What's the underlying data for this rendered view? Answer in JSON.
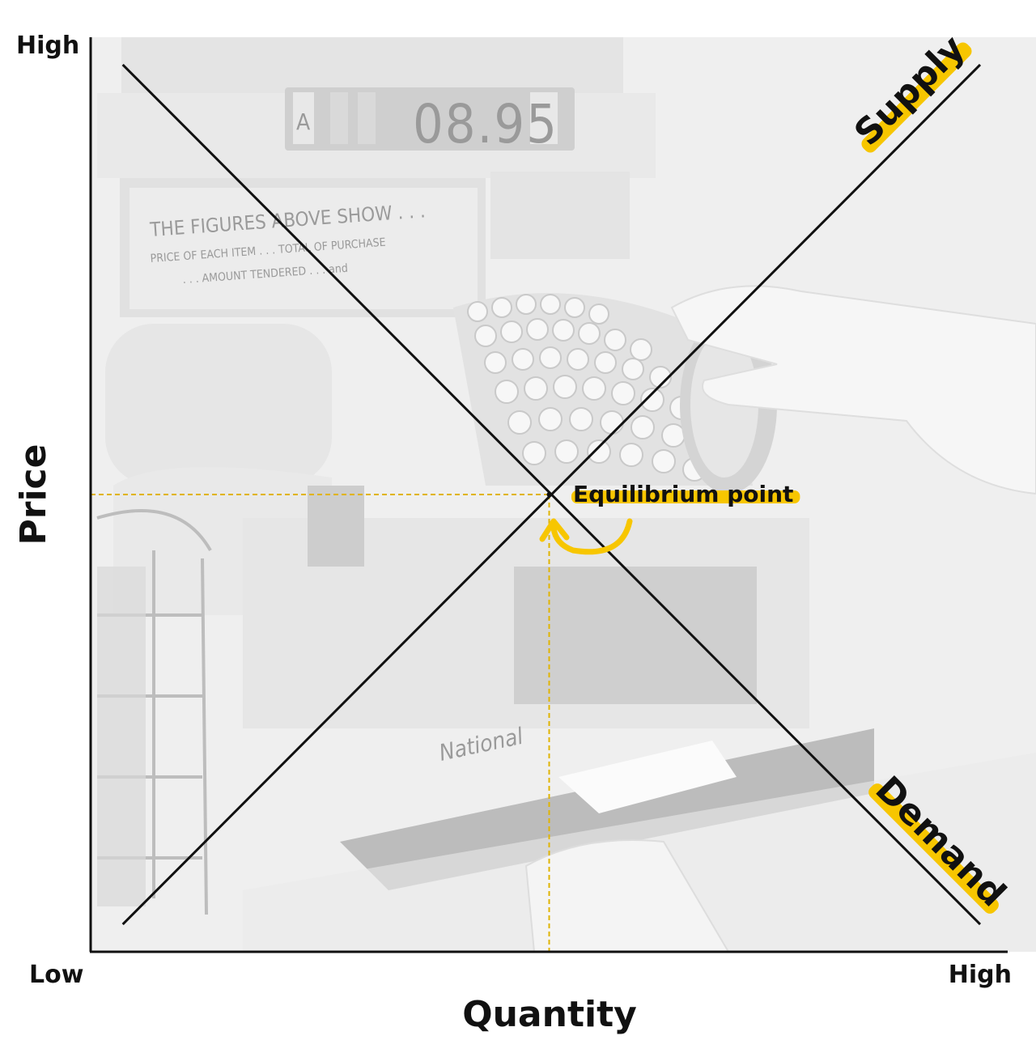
{
  "chart_data": {
    "type": "line",
    "x_label": "Quantity",
    "y_label": "Price",
    "x_tick_labels": {
      "low": "Low",
      "high": "High"
    },
    "y_tick_labels": {
      "high": "High"
    },
    "xlim": [
      0,
      1
    ],
    "ylim": [
      0,
      1
    ],
    "series": [
      {
        "name": "Supply",
        "points": [
          [
            0.035,
            0.03
          ],
          [
            0.97,
            0.97
          ]
        ]
      },
      {
        "name": "Demand",
        "points": [
          [
            0.035,
            0.97
          ],
          [
            0.97,
            0.03
          ]
        ]
      }
    ],
    "equilibrium": {
      "label": "Equilibrium point",
      "x": 0.5,
      "y": 0.5
    },
    "colors": {
      "lines": "#111111",
      "highlight": "#f7c600",
      "guides": "#e0b400",
      "photo_tint": "#e6e6e6"
    }
  },
  "background_photo": {
    "display_value": "08.95",
    "register_key": "A",
    "card_lines": [
      "THE FIGURES ABOVE SHOW . . .",
      "PRICE OF EACH ITEM . . . TOTAL OF PURCHASE",
      ". . . AMOUNT TENDERED . . . and"
    ],
    "brand": "National"
  }
}
